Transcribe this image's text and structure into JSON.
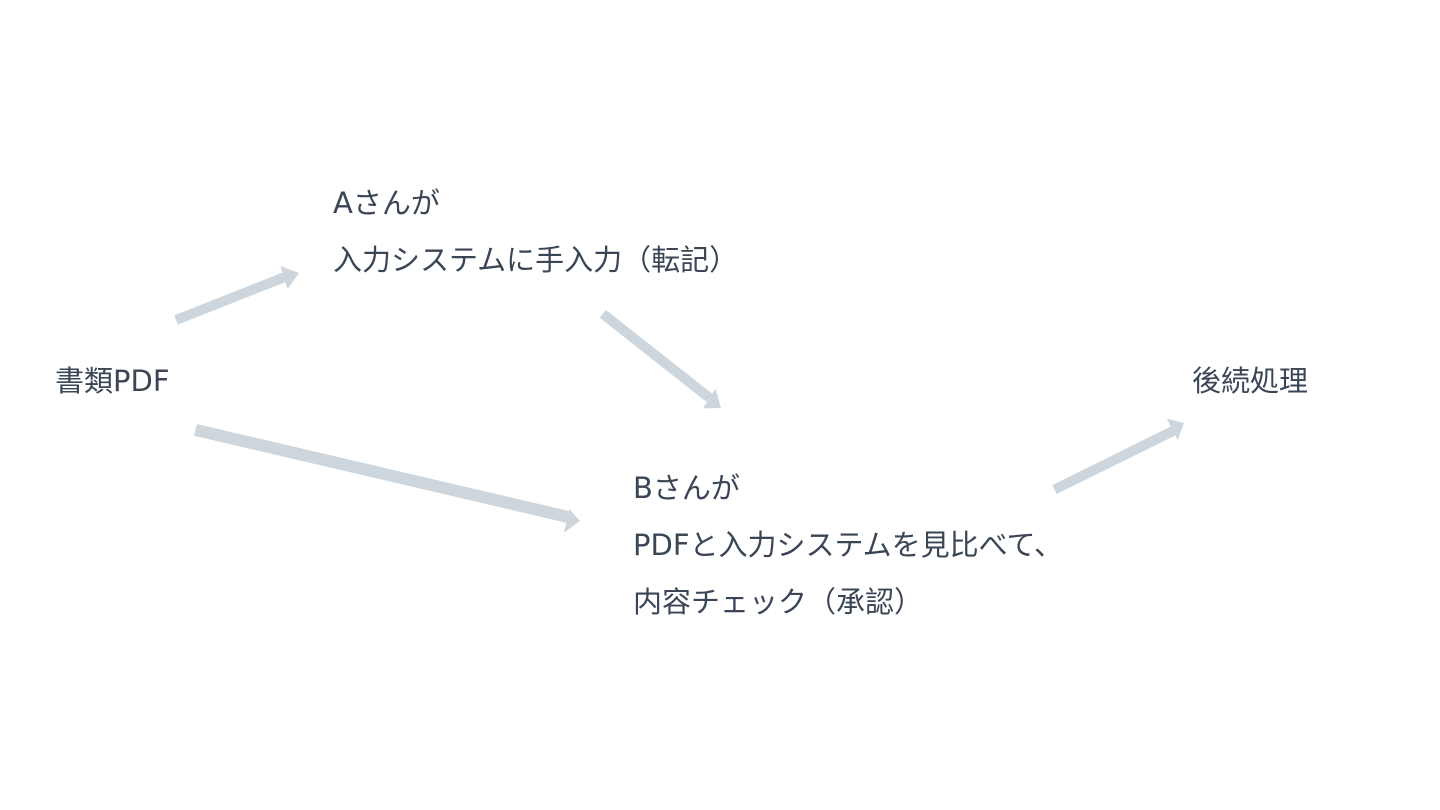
{
  "nodes": {
    "pdf": {
      "label": "書類PDF"
    },
    "a": {
      "lines": [
        "Aさんが",
        "入力システムに手入力（転記）"
      ]
    },
    "b": {
      "lines": [
        "Bさんが",
        "PDFと入力システムを見比べて、",
        "内容チェック（承認）"
      ]
    },
    "next": {
      "label": "後続処理"
    }
  },
  "colors": {
    "text": "#3a4556",
    "arrow": "#cdd5dd",
    "background": "#ffffff"
  }
}
